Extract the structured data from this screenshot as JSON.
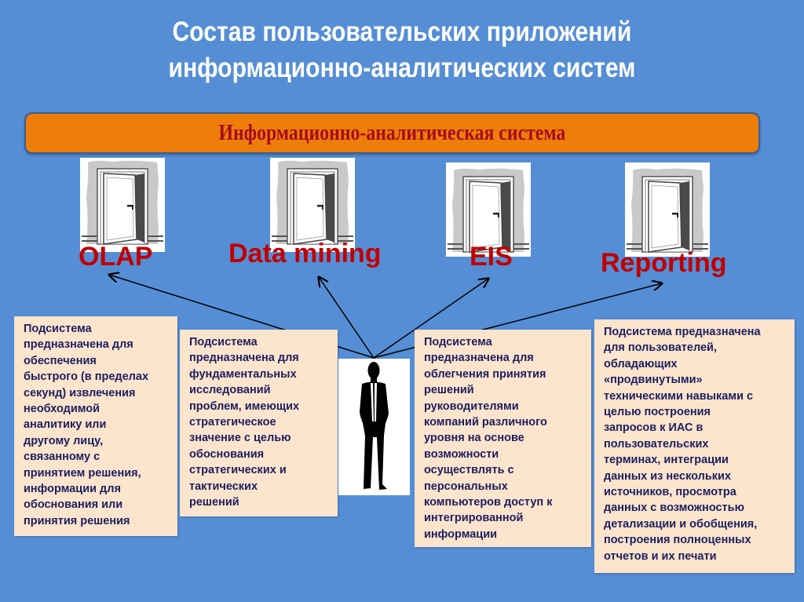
{
  "title": {
    "line1": "Состав пользовательских приложений",
    "line2": "информационно-аналитических систем"
  },
  "banner": {
    "label": "Информационно-аналитическая система",
    "color": "#ee7d0a",
    "text_color": "#a50d1c"
  },
  "modules": [
    {
      "id": "olap",
      "label": "OLAP",
      "icon": "open-door-icon",
      "description": "Подсистема\nпредназначена для\nобеспечения\nбыстрого (в пределах\nсекунд) извлечения\nнеобходимой\nаналитику или\nдругому лицу,\nсвязанному с\nпринятием решения,\nинформации для\nобоснования или\nпринятия решения"
    },
    {
      "id": "data-mining",
      "label": "Data mining",
      "icon": "open-door-icon",
      "description": "Подсистема\nпредназначена для\nфундаментальных\nисследований\nпроблем, имеющих\nстратегическое\nзначение с целью\nобоснования\n стратегических и\n тактических\nрешений"
    },
    {
      "id": "eis",
      "label": "EIS",
      "icon": "open-door-icon",
      "description": "Подсистема\nпредназначена для\nоблегчения принятия\nрешений\nруководителями\nкомпаний различного\nуровня на основе\nвозможности\nосуществлять с\nперсональных\nкомпьютеров доступ к\nинтегрированной\nинформации"
    },
    {
      "id": "reporting",
      "label": "Reporting",
      "icon": "open-door-icon",
      "description": "Подсистема предназначена\nдля пользователей,\nобладающих\n«продвинутыми»\nтехническими навыками с\nцелью построения\nзапросов к ИАС в\nпользовательских\nтерминах, интеграции\nданных из нескольких\nисточников, просмотра\nданных с возможностью\nдетализации и обобщения,\nпостроения полноценных\nотчетов и их печати"
    }
  ],
  "user": {
    "icon": "businessman-silhouette-icon"
  },
  "colors": {
    "background": "#558ed5",
    "label_red": "#c00000",
    "desc_bg": "#fde4cd",
    "desc_text": "#1b1f5e"
  }
}
